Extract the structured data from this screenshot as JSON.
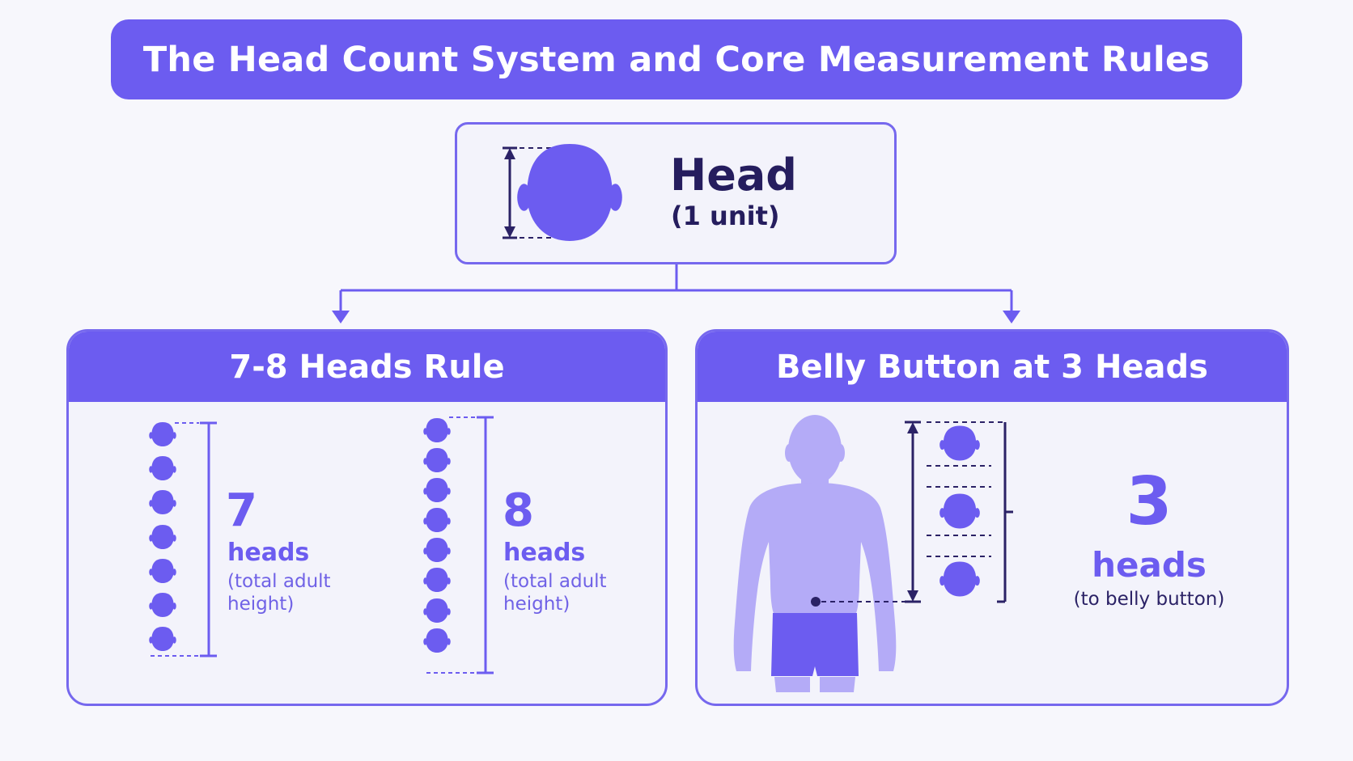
{
  "title": "The Head Count System and Core Measurement Rules",
  "head_unit": {
    "label": "Head",
    "unit": "(1 unit)"
  },
  "left_panel": {
    "title": "7-8 Heads Rule",
    "rule_7": {
      "count": "7",
      "label": "heads",
      "note_line1": "(total adult",
      "note_line2": "height)"
    },
    "rule_8": {
      "count": "8",
      "label": "heads",
      "note_line1": "(total adult",
      "note_line2": "height)"
    }
  },
  "right_panel": {
    "title": "Belly Button at 3 Heads",
    "count": "3",
    "label": "heads",
    "note": "(to belly button)"
  },
  "colors": {
    "accent": "#6c5cf0",
    "outline": "#7668ee",
    "dark_text": "#251d5e",
    "figure_light": "#b4abf7",
    "icon_dark": "#2b2266"
  },
  "icons": [
    "head-icon",
    "dimension-arrow-icon",
    "body-silhouette-icon",
    "belly-button-marker"
  ]
}
